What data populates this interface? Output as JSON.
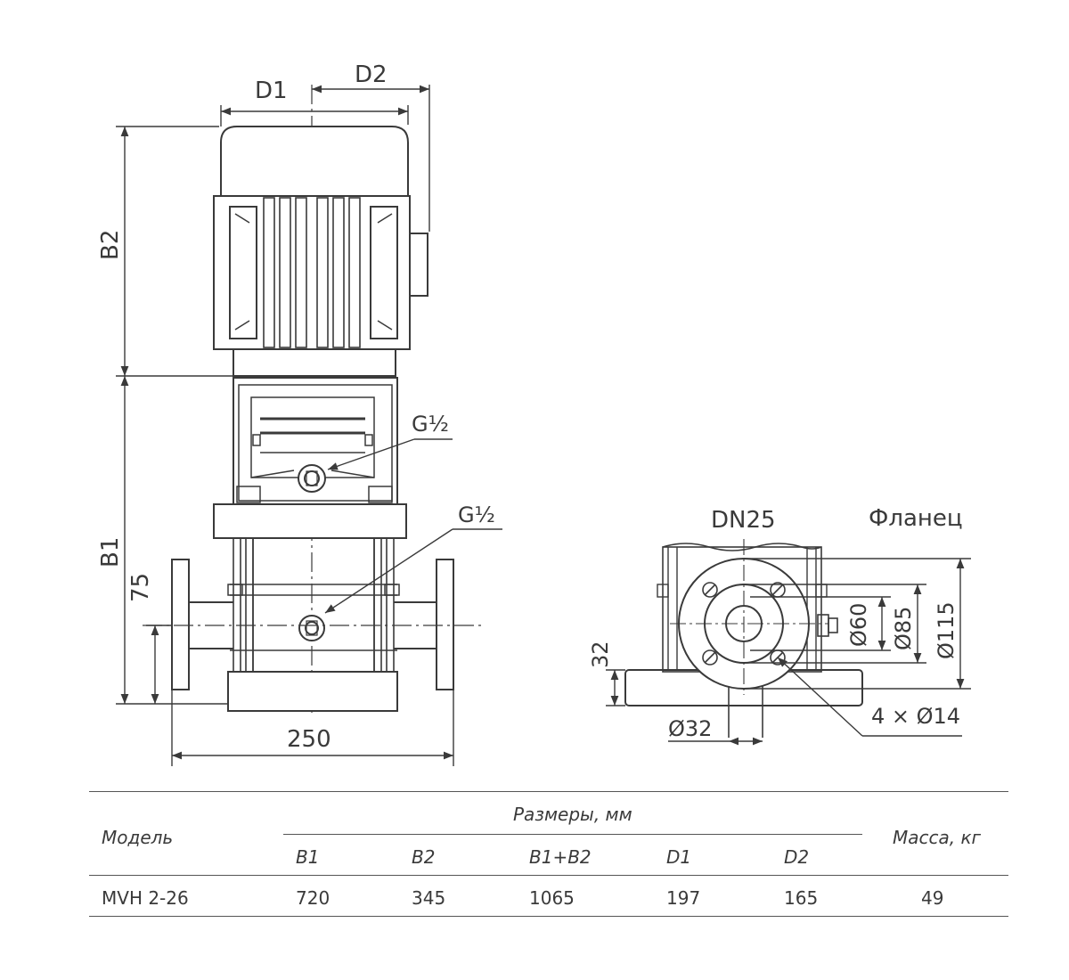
{
  "drawing": {
    "front_view": {
      "d1_label": "D1",
      "d2_label": "D2",
      "b1_label": "B1",
      "b2_label": "B2",
      "port_height_label": "75",
      "width_label": "250",
      "gauge_port_top_label": "G½",
      "gauge_port_bottom_label": "G½"
    },
    "flange_view": {
      "title": "Фланец",
      "dn_label": "DN25",
      "d60_label": "Ø60",
      "d85_label": "Ø85",
      "d115_label": "Ø115",
      "d32_label": "Ø32",
      "height_label": "32",
      "holes_label": "4 × Ø14"
    }
  },
  "spec_table": {
    "model_header": "Модель",
    "dimensions_header": "Размеры, мм",
    "mass_header": "Масса, кг",
    "columns": [
      "B1",
      "B2",
      "B1+B2",
      "D1",
      "D2"
    ],
    "rows": [
      {
        "model": "MVH 2-26",
        "b1": "720",
        "b2": "345",
        "b1b2": "1065",
        "d1": "197",
        "d2": "165",
        "mass": "49"
      }
    ]
  }
}
